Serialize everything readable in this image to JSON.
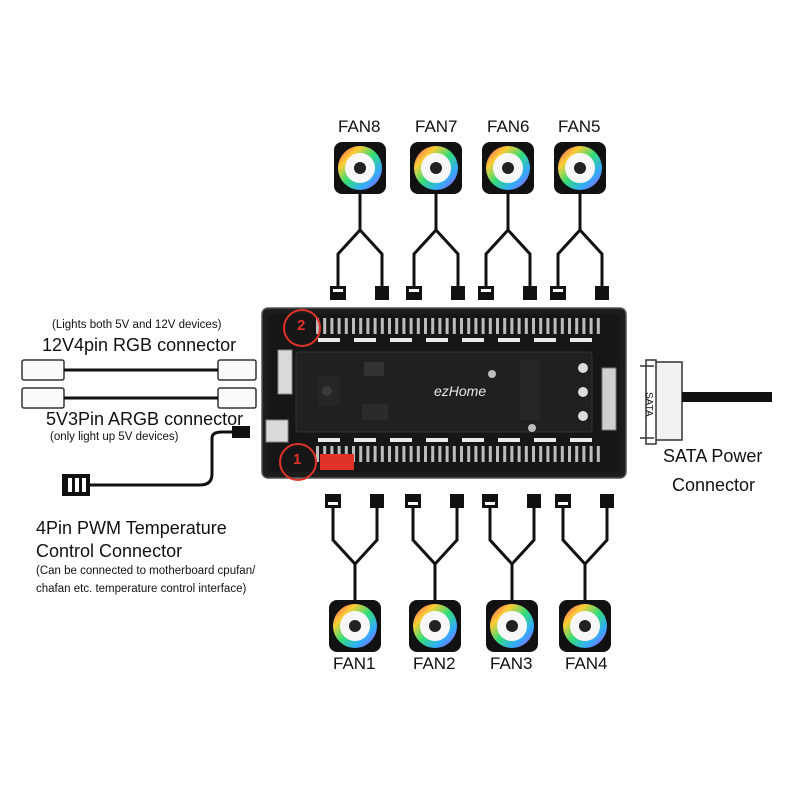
{
  "fans_top": [
    "FAN8",
    "FAN7",
    "FAN6",
    "FAN5"
  ],
  "fans_bottom": [
    "FAN1",
    "FAN2",
    "FAN3",
    "FAN4"
  ],
  "notes": {
    "rgb_note": "(Lights both 5V and 12V devices)",
    "rgb_title": "12V4pin RGB connector",
    "argb_title": "5V3Pin ARGB connector",
    "argb_note": "(only light up 5V devices)",
    "pwm_title_1": "4Pin PWM Temperature",
    "pwm_title_2": "Control Connector",
    "pwm_note_1": "(Can be connected to motherboard cpufan/",
    "pwm_note_2": "chafan etc. temperature control interface)",
    "sata_1": "SATA Power",
    "sata_2": "Connector",
    "sata_plug": "SATA"
  },
  "board": {
    "logo": "ezHome",
    "marker_1": "1",
    "marker_2": "2"
  },
  "colors": {
    "board": "#1a1a1a",
    "cable": "#111111",
    "marker": "#e0322a"
  }
}
